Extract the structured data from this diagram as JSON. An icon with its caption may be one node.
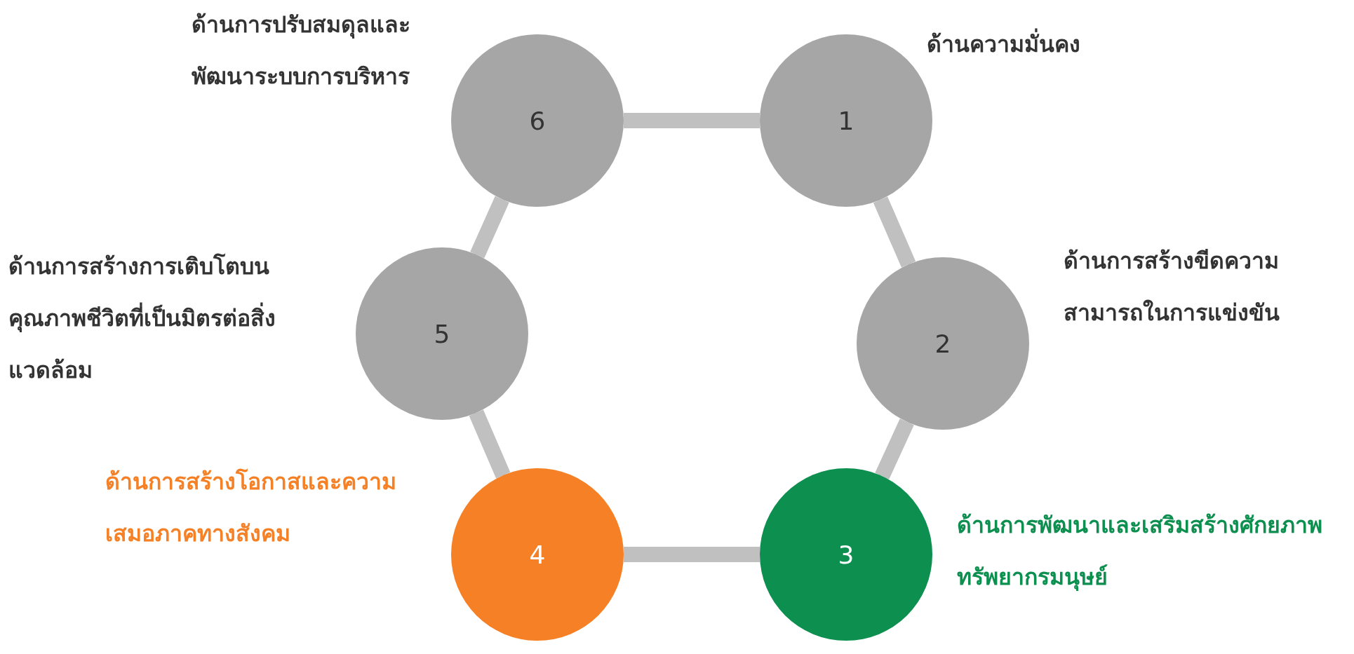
{
  "diagram": {
    "nodes": [
      {
        "text": [
          "1"
        ],
        "beside": [
          "ด้านความมั่นคง"
        ]
      },
      {
        "text": [
          "2"
        ],
        "beside": [
          "ด้านการสร้างขีดความสามารถในการแข่งขัน"
        ]
      },
      {
        "text": [
          "3"
        ],
        "beside": [
          "ด้านการพัฒนาและเสริมสร้างศักยภาพทรัพยากรมนุษย์"
        ]
      },
      {
        "text": [
          "4"
        ],
        "beside": [
          "ด้านการสร้างโอกาสและความเสมอภาคทางสังคม"
        ]
      },
      {
        "text": [
          "5"
        ],
        "beside": [
          "ด้านการสร้างการเติบโตบนคุณภาพชีวิตที่เป็นมิตรต่อสิ่งแวดล้อม"
        ]
      },
      {
        "text": [
          "6"
        ],
        "beside": [
          "ด้านการปรับสมดุลและพัฒนาระบบการบริหาร"
        ]
      }
    ],
    "edges": [
      {
        "from": 5,
        "to": 0,
        "arrow": "none"
      },
      {
        "from": 0,
        "to": 1,
        "arrow": "none"
      },
      {
        "from": 1,
        "to": 2,
        "arrow": "none"
      },
      {
        "from": 2,
        "to": 3,
        "arrow": "none"
      },
      {
        "from": 3,
        "to": 4,
        "arrow": "none"
      },
      {
        "from": 4,
        "to": 5,
        "arrow": "none"
      }
    ]
  }
}
